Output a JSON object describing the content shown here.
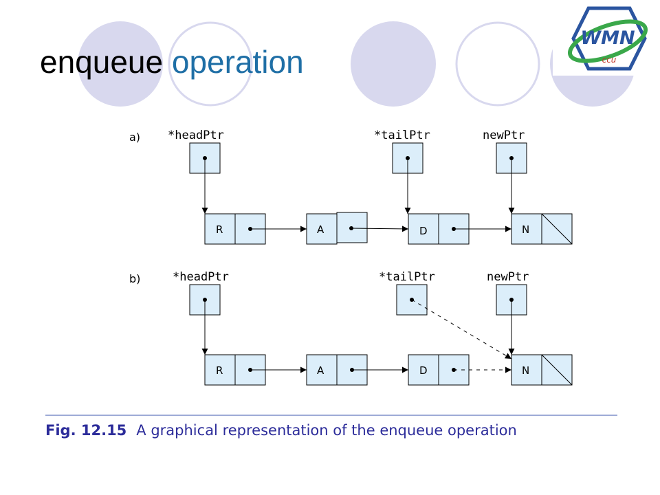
{
  "slide": {
    "title_part1": "enqueue",
    "title_part2": "operation",
    "title_color_1": "#000000",
    "title_color_2": "#1f6fa6",
    "logo": {
      "text": "WMN",
      "subtext": "ccu"
    },
    "caption": {
      "fig": "Fig. 12.15",
      "text": "A graphical representation of the enqueue operation"
    }
  },
  "diagram": {
    "panels": [
      {
        "label": "a)",
        "pointers": [
          {
            "label": "*headPtr",
            "target": "R",
            "style": "solid"
          },
          {
            "label": "*tailPtr",
            "target": "D",
            "style": "solid"
          },
          {
            "label": "newPtr",
            "target": "N",
            "style": "solid"
          }
        ],
        "nodes": [
          "R",
          "A",
          "D",
          "N"
        ],
        "links": [
          {
            "from": "R",
            "to": "A",
            "style": "solid"
          },
          {
            "from": "A",
            "to": "D",
            "style": "solid"
          },
          {
            "from": "D",
            "to": "N",
            "style": "solid"
          }
        ],
        "null_node": "N"
      },
      {
        "label": "b)",
        "pointers": [
          {
            "label": "*headPtr",
            "target": "R",
            "style": "solid"
          },
          {
            "label": "*tailPtr",
            "target": "N",
            "style": "dashed"
          },
          {
            "label": "newPtr",
            "target": "N",
            "style": "solid"
          }
        ],
        "nodes": [
          "R",
          "A",
          "D",
          "N"
        ],
        "links": [
          {
            "from": "R",
            "to": "A",
            "style": "solid"
          },
          {
            "from": "A",
            "to": "D",
            "style": "solid"
          },
          {
            "from": "D",
            "to": "N",
            "style": "dashed"
          }
        ],
        "null_node": "N"
      }
    ],
    "box_fill": "#dceefa",
    "decor_circle_fill": "#d8d8ee",
    "decor_circle_stroke": "#d8d8ee"
  }
}
